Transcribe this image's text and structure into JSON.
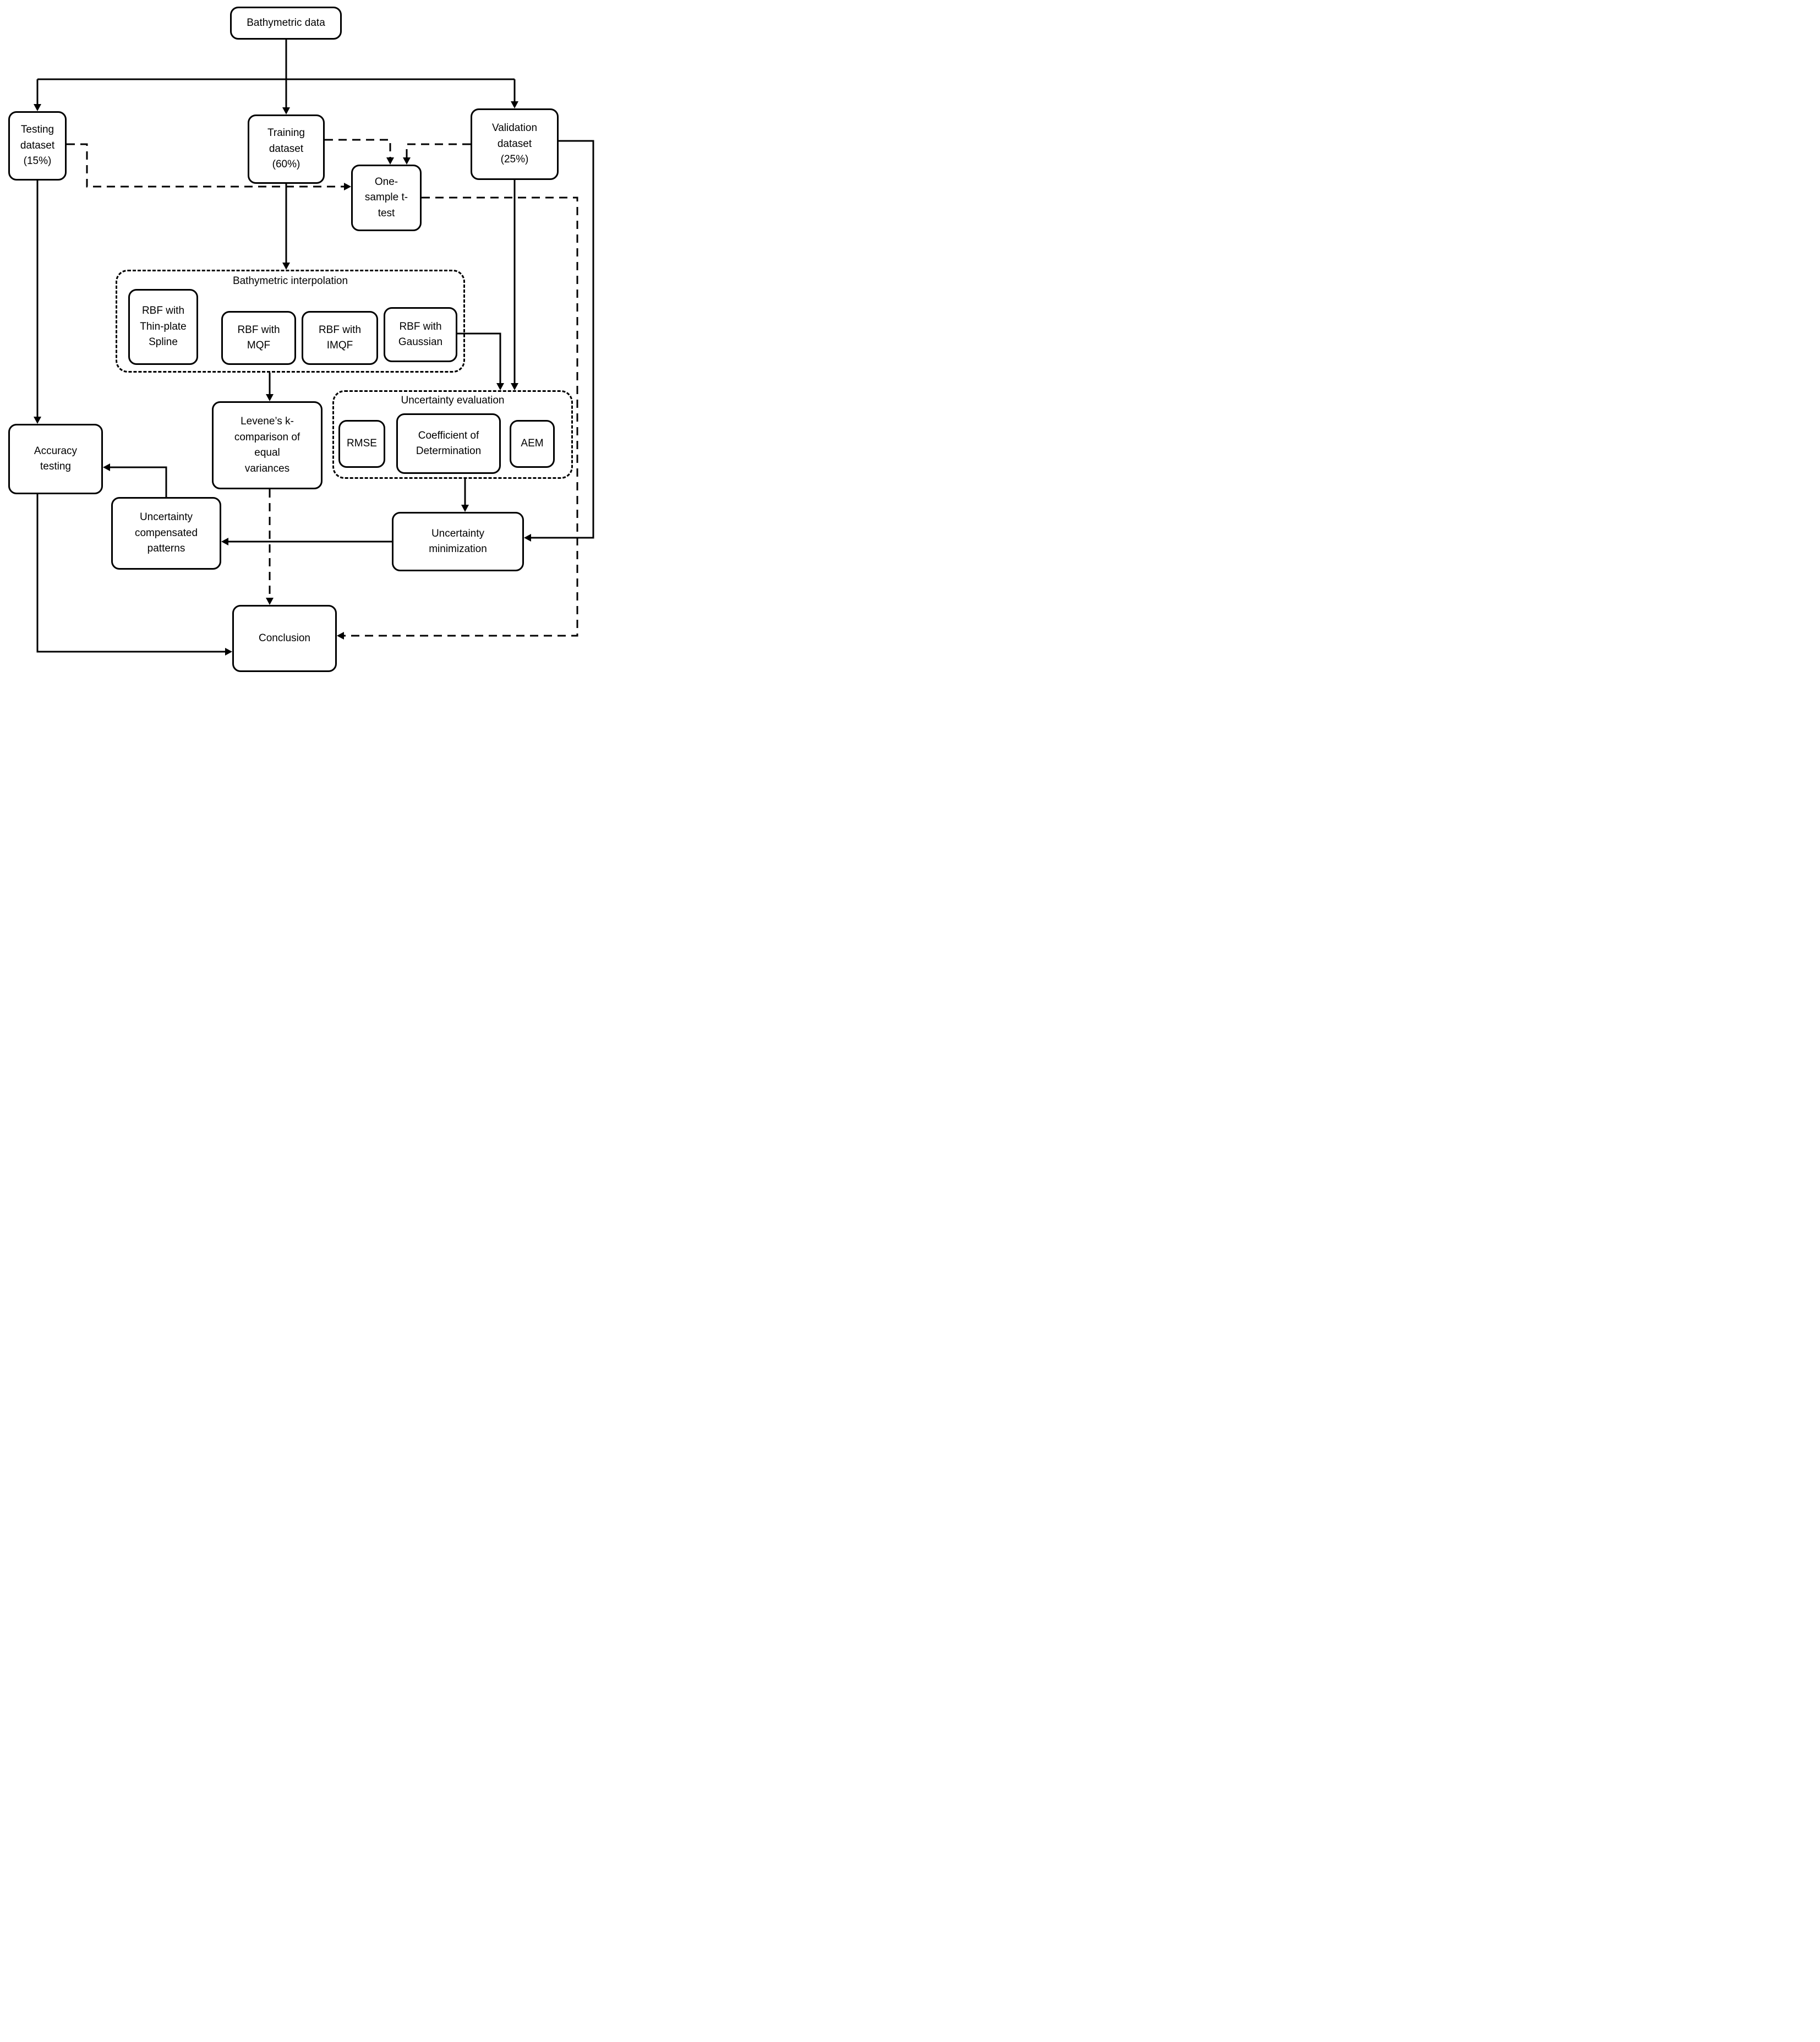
{
  "nodes": {
    "bathymetric": {
      "label": "Bathymetric data"
    },
    "testing": {
      "label": "Testing dataset (15%)"
    },
    "training": {
      "label": "Training dataset (60%)"
    },
    "validation": {
      "label": "Validation dataset (25%)"
    },
    "ttest": {
      "label": "One-sample t-test"
    },
    "thinplate": {
      "label": "RBF with Thin-plate Spline"
    },
    "mqf": {
      "label": "RBF with MQF"
    },
    "imqf": {
      "label": "RBF with IMQF"
    },
    "gaussian": {
      "label": "RBF with Gaussian"
    },
    "levene": {
      "label": "Levene’s k-comparison of equal variances"
    },
    "rmse": {
      "label": "RMSE"
    },
    "cod": {
      "label": "Coefficient of Determination"
    },
    "aem": {
      "label": "AEM"
    },
    "accuracy": {
      "label": "Accuracy testing"
    },
    "ucp": {
      "label": "Uncertainty compensated patterns"
    },
    "um": {
      "label": "Uncertainty minimization"
    },
    "conclusion": {
      "label": "Conclusion"
    }
  },
  "containers": {
    "interpolation": {
      "title": "Bathymetric interpolation"
    },
    "uncertainty_evaluation": {
      "title": "Uncertainty evaluation"
    }
  },
  "colors": {
    "stroke": "#000000",
    "background": "#ffffff"
  }
}
